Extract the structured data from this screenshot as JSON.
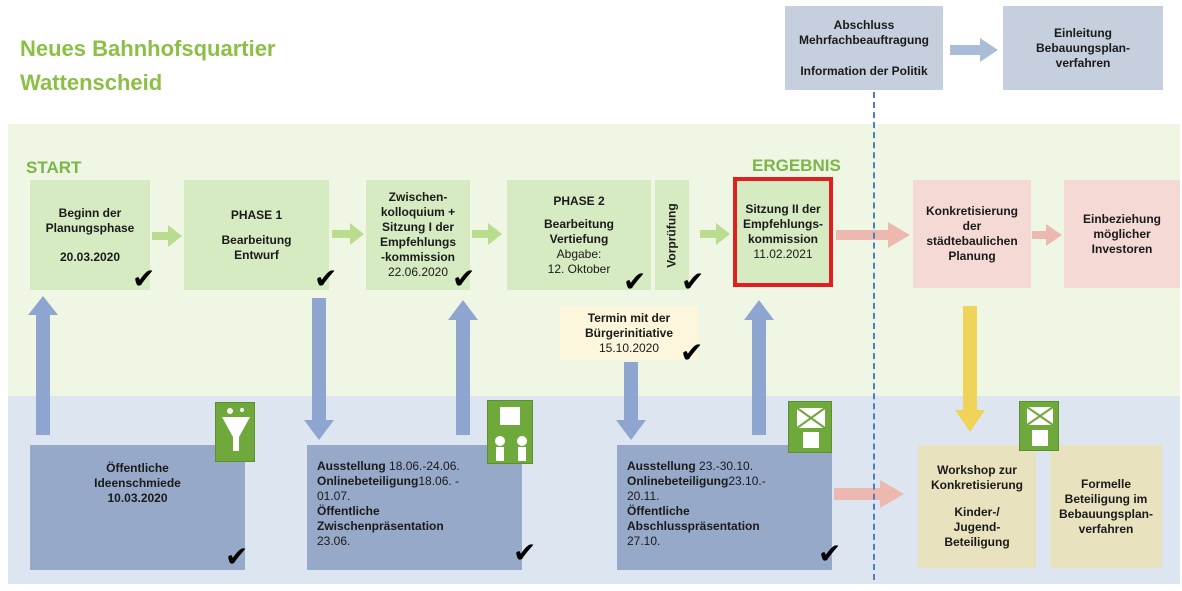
{
  "title": {
    "line1": "Neues Bahnhofsquartier",
    "line2": "Wattenscheid"
  },
  "labels": {
    "start": "START",
    "ergebnis": "ERGEBNIS"
  },
  "top_boxes": {
    "abschluss": {
      "line1": "Abschluss",
      "line2": "Mehrfachbeauftragung",
      "line3": "Information der Politik"
    },
    "einleitung": {
      "line1": "Einleitung",
      "line2": "Bebauungsplan-",
      "line3": "verfahren"
    }
  },
  "green_boxes": {
    "beginn": {
      "line1": "Beginn der",
      "line2": "Planungsphase",
      "date": "20.03.2020"
    },
    "phase1": {
      "title": "PHASE 1",
      "line1": "Bearbeitung",
      "line2": "Entwurf"
    },
    "zwischen": {
      "line1": "Zwischen-",
      "line2": "kolloquium +",
      "line3": "Sitzung I der",
      "line4": "Empfehlungs",
      "line5": "-kommission",
      "date": "22.06.2020"
    },
    "phase2": {
      "title": "PHASE 2",
      "line1": "Bearbeitung",
      "line2": "Vertiefung",
      "line3": "Abgabe:",
      "line4": "12. Oktober"
    },
    "vorpruefung": "Vorprüfung",
    "sitzung2": {
      "line1": "Sitzung II der",
      "line2": "Empfehlungs-",
      "line3": "kommission",
      "date": "11.02.2021"
    }
  },
  "pink_boxes": {
    "konkret": {
      "line1": "Konkretisierung",
      "line2": "der",
      "line3": "städtebaulichen",
      "line4": "Planung"
    },
    "einbez": {
      "line1": "Einbeziehung",
      "line2": "möglicher",
      "line3": "Investoren"
    }
  },
  "termin": {
    "line1": "Termin mit der",
    "line2": "Bürgerinitiative",
    "date": "15.10.2020"
  },
  "blue_boxes": {
    "ideen": {
      "line1": "Öffentliche",
      "line2": "Ideenschmiede",
      "date": "10.03.2020"
    },
    "ausst1": {
      "l1a": "Ausstellung",
      "l1b": "18.06.-24.06.",
      "l2a": "Onlinebeteiligung",
      "l2b": "18.06. -",
      "l3": "01.07.",
      "l4": "Öffentliche",
      "l5": "Zwischenpräsentation",
      "l6": "23.06."
    },
    "ausst2": {
      "l1a": "Ausstellung",
      "l1b": "23.-30.10.",
      "l2a": "Onlinebeteiligung",
      "l2b": "23.10.-",
      "l3": "20.11.",
      "l4": "Öffentliche",
      "l5": "Abschlusspräsentation",
      "l6": "27.10."
    }
  },
  "tan_boxes": {
    "workshop": {
      "line1": "Workshop zur",
      "line2": "Konkretisierung",
      "line3": "Kinder-/",
      "line4": "Jugend-",
      "line5": "Beteiligung"
    },
    "formelle": {
      "line1": "Formelle",
      "line2": "Beteiligung im",
      "line3": "Bebauungsplan-",
      "line4": "verfahren"
    }
  },
  "checkmark": "✔",
  "colors": {
    "green_arrow": "#b9dc8f",
    "pink_arrow": "#edb8b0",
    "blue_arrow": "#8ea6cf",
    "yellow_arrow": "#f0d45a",
    "highlight": "#e02020"
  }
}
